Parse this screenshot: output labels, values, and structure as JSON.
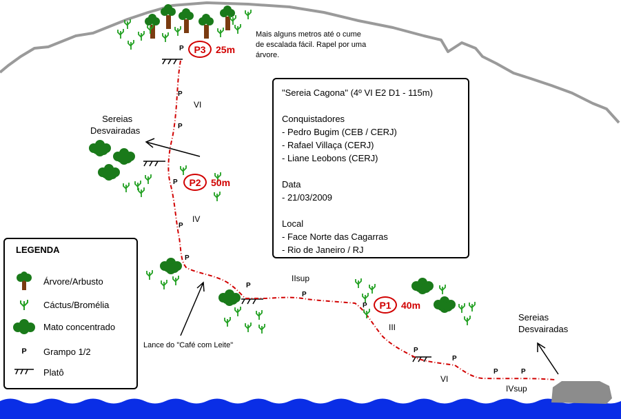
{
  "route_info": {
    "lines": [
      "\"Sereia Cagona\" (4º VI E2 D1 - 115m)",
      "",
      "Conquistadores",
      "- Pedro Bugim (CEB / CERJ)",
      "- Rafael Villaça (CERJ)",
      "- Liane Leobons (CERJ)",
      "",
      "Data",
      "- 21/03/2009",
      "",
      "Local",
      "- Face Norte das Cagarras",
      "- Rio de Janeiro / RJ"
    ]
  },
  "summit_note": [
    "Mais alguns metros até o cume",
    "de escalada fácil. Rapel por uma",
    "árvore."
  ],
  "belays": [
    {
      "label": "P3",
      "length": "25m"
    },
    {
      "label": "P2",
      "length": "50m"
    },
    {
      "label": "P1",
      "length": "40m"
    }
  ],
  "pitch_grades": [
    "VI",
    "IV",
    "IIsup",
    "III",
    "VI",
    "IVsup"
  ],
  "route_labels": {
    "sereias_left": [
      "Sereias",
      "Desvairadas"
    ],
    "sereias_right": [
      "Sereias",
      "Desvairadas"
    ],
    "lance": "Lance do \"Café com Leite\""
  },
  "bolt_mark": "P",
  "legend": {
    "title": "LEGENDA",
    "items": [
      {
        "icon": "tree-icon",
        "label": "Árvore/Arbusto"
      },
      {
        "icon": "cactus-icon",
        "label": "Cáctus/Bromélia"
      },
      {
        "icon": "bush-icon",
        "label": "Mato concentrado"
      },
      {
        "icon": "bolt-icon",
        "label": "Grampo 1/2"
      },
      {
        "icon": "ledge-icon",
        "label": "Platô"
      }
    ]
  },
  "colors": {
    "route": "#d10000",
    "rock_outline": "#9a9a9a",
    "sea": "#0a2ee6",
    "bush": "#1a7a1a",
    "cactus": "#22a022",
    "tree_trunk": "#7a3b10",
    "boulder": "#8c8c8c"
  }
}
